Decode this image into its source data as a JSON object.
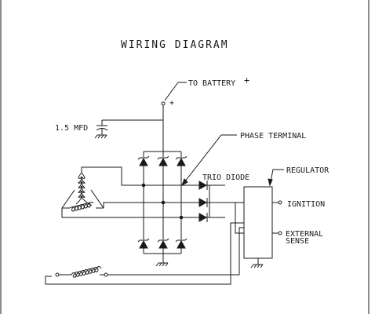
{
  "title": "WIRING DIAGRAM",
  "labels": {
    "battery": "TO BATTERY",
    "battery_sign": "+",
    "plus": "+",
    "capacitor": "1.5 MFD",
    "phase_terminal": "PHASE TERMINAL",
    "trio_diode": "TRIO DIODE",
    "regulator": "REGULATOR",
    "ignition": "IGNITION",
    "external_line1": "EXTERNAL",
    "external_line2": "SENSE"
  },
  "colors": {
    "line": "#1a1a1a",
    "background": "#ffffff"
  }
}
